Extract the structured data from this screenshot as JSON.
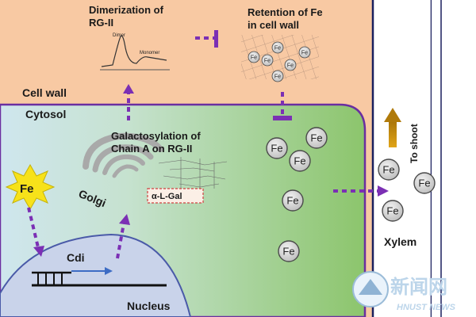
{
  "labels": {
    "dimerization_line1": "Dimerization of",
    "dimerization_line2": "RG-II",
    "dimer": "Dimer",
    "monomer": "Monomer",
    "retention_line1": "Retention of Fe",
    "retention_line2": "in cell wall",
    "cell_wall": "Cell wall",
    "cytosol": "Cytosol",
    "galactosylation_line1": "Galactosylation of",
    "galactosylation_line2": "Chain A on RG-II",
    "golgi": "Golgi",
    "alpha_l_gal": "α-L-Gal",
    "fe": "Fe",
    "fe_burst": "Fe",
    "cdi": "Cdi",
    "nucleus": "Nucleus",
    "xylem": "Xylem",
    "to_shoot": "To shoot",
    "watermark_cn": "新闻网",
    "watermark_en": "HNUST NEWS"
  },
  "colors": {
    "cell_wall": "#f8c9a3",
    "cytosol_left": "#cfe6ee",
    "cytosol_right": "#8fc86f",
    "membrane": "#6a2ea0",
    "arrow": "#7b2fb4",
    "fe_fill": "#d4d4d4",
    "burst": "#f7e21a",
    "nucleus": "#4a5aa8",
    "xylem_line": "#1a1f5e",
    "shoot_arrow": "#c8920c"
  },
  "icons": {
    "inhibit_top": "inhibition-bar-icon",
    "inhibit_mid": "inhibition-bar-icon",
    "shoot": "up-arrow-icon"
  }
}
